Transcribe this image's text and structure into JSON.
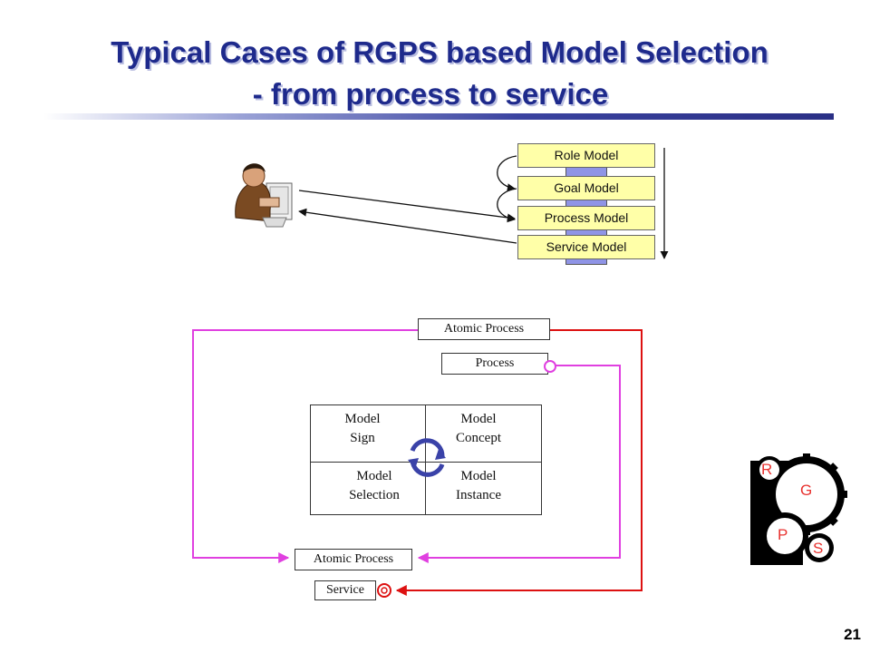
{
  "title": {
    "line1": "Typical Cases of RGPS based Model Selection",
    "line2": "- from process to service"
  },
  "layers": [
    "Role Model",
    "Goal Model",
    "Process Model",
    "Service Model"
  ],
  "flow": {
    "atomic_process_top": "Atomic Process",
    "process": "Process",
    "atomic_process_bottom": "Atomic Process",
    "service": "Service"
  },
  "quadrant": {
    "top_left": [
      "Model",
      "Sign"
    ],
    "top_right": [
      "Model",
      "Concept"
    ],
    "bottom_left": [
      "Model",
      "Selection"
    ],
    "bottom_right": [
      "Model",
      "Instance"
    ]
  },
  "logo": {
    "r": "R",
    "g": "G",
    "p": "P",
    "s": "S"
  },
  "page_number": "21",
  "colors": {
    "title": "#1e2a8c",
    "layer_fill": "#ffffa8",
    "spine": "#8f94e6",
    "magenta_flow": "#e040e0",
    "red_flow": "#dd1111"
  }
}
